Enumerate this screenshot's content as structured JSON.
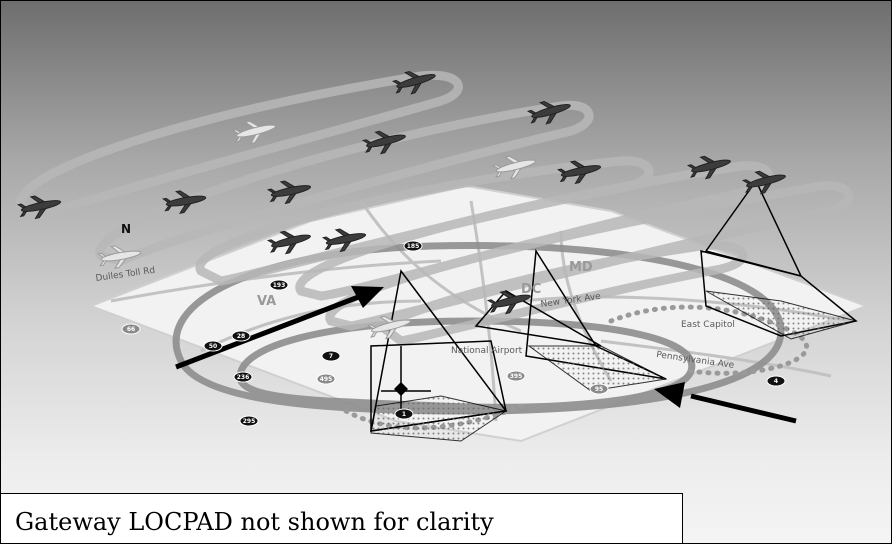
{
  "caption": "Gateway LOCPAD not shown for clarity",
  "map": {
    "regions": {
      "va": "VA",
      "md": "MD",
      "dc": "DC"
    },
    "roads": {
      "dulles_toll_rd": "Dulles Toll Rd",
      "new_york_ave": "New York Ave",
      "east_capitol": "East Capitol",
      "pennsylvania_ave": "Pennsylvania Ave",
      "national_airport": "National Airport"
    },
    "route_shields": [
      "66",
      "495",
      "95",
      "395",
      "295",
      "50",
      "28",
      "7",
      "236",
      "185",
      "193",
      "4",
      "1"
    ],
    "compass": "N"
  },
  "colors": {
    "ground_tile": "#f2f2f2",
    "track_gray": "#8e8e8e",
    "aircraft_dark": "#3c3c3c",
    "aircraft_light": "#e6e6e6"
  }
}
